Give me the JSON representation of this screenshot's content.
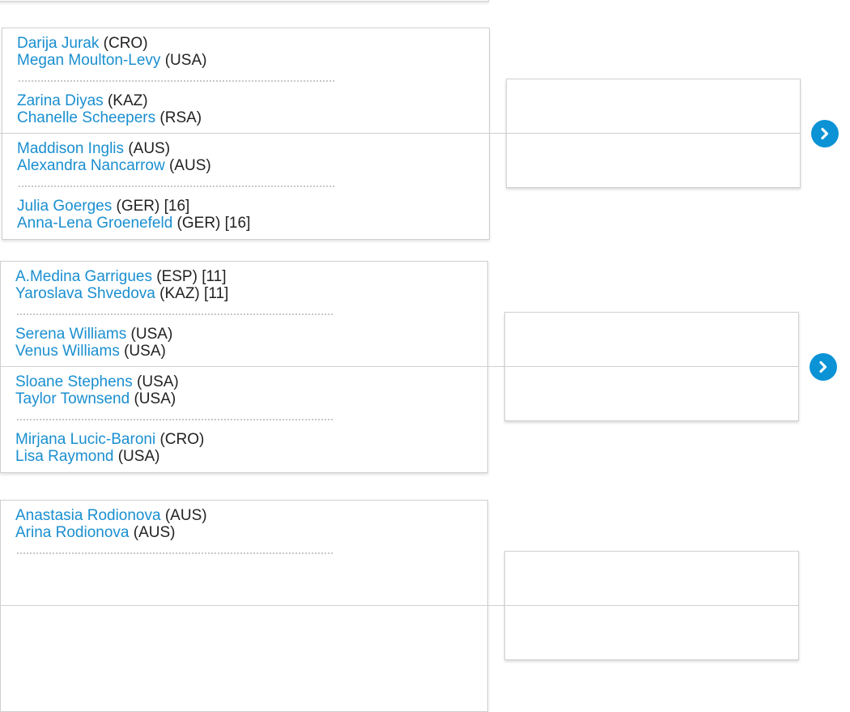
{
  "colors": {
    "link": "#1a8fd0",
    "accent": "#0b93d6",
    "border": "#d0d0d0"
  },
  "sections": [
    {
      "matches": [
        {
          "teams": [
            [
              {
                "name": "Darija Jurak",
                "country": "(CRO)"
              },
              {
                "name": "Megan Moulton-Levy",
                "country": "(USA)"
              }
            ],
            [
              {
                "name": "Zarina Diyas",
                "country": "(KAZ)"
              },
              {
                "name": "Chanelle Scheepers",
                "country": "(RSA)"
              }
            ]
          ]
        },
        {
          "teams": [
            [
              {
                "name": "Maddison Inglis",
                "country": "(AUS)"
              },
              {
                "name": "Alexandra Nancarrow",
                "country": "(AUS)"
              }
            ],
            [
              {
                "name": "Julia Goerges",
                "country": "(GER)",
                "seed": "[16]"
              },
              {
                "name": "Anna-Lena Groenefeld",
                "country": "(GER)",
                "seed": "[16]"
              }
            ]
          ]
        }
      ]
    },
    {
      "matches": [
        {
          "teams": [
            [
              {
                "name": "A.Medina Garrigues",
                "country": "(ESP)",
                "seed": "[11]"
              },
              {
                "name": "Yaroslava Shvedova",
                "country": "(KAZ)",
                "seed": "[11]"
              }
            ],
            [
              {
                "name": "Serena Williams",
                "country": "(USA)"
              },
              {
                "name": "Venus Williams",
                "country": "(USA)"
              }
            ]
          ]
        },
        {
          "teams": [
            [
              {
                "name": "Sloane Stephens",
                "country": "(USA)"
              },
              {
                "name": "Taylor Townsend",
                "country": "(USA)"
              }
            ],
            [
              {
                "name": "Mirjana Lucic-Baroni",
                "country": "(CRO)"
              },
              {
                "name": "Lisa Raymond",
                "country": "(USA)"
              }
            ]
          ]
        }
      ]
    },
    {
      "matches": [
        {
          "teams": [
            [
              {
                "name": "Anastasia Rodionova",
                "country": "(AUS)"
              },
              {
                "name": "Arina Rodionova",
                "country": "(AUS)"
              }
            ]
          ]
        }
      ]
    }
  ]
}
